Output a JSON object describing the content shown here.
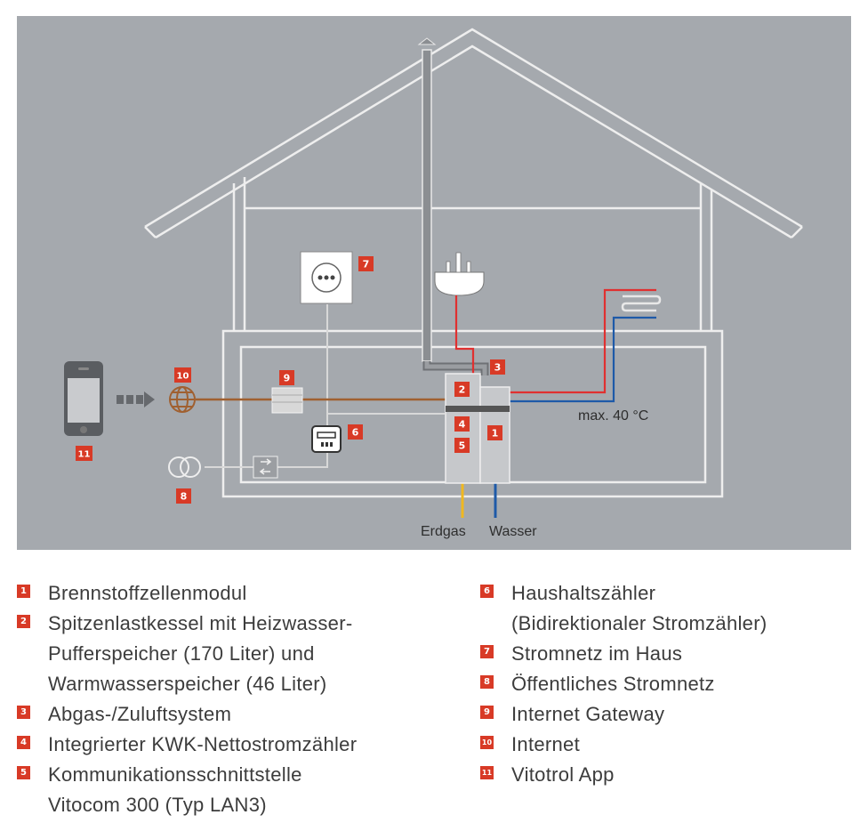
{
  "labels": {
    "erdgas": "Erdgas",
    "wasser": "Wasser",
    "temperature": "max. 40 °C"
  },
  "markers": [
    "1",
    "2",
    "3",
    "4",
    "5",
    "6",
    "7",
    "8",
    "9",
    "10",
    "11"
  ],
  "legend_left": [
    {
      "num": "1",
      "lines": [
        "Brennstoffzellenmodul"
      ]
    },
    {
      "num": "2",
      "lines": [
        "Spitzenlastkessel mit Heizwasser-",
        "Pufferspeicher (170 Liter) und",
        "Warmwasserspeicher (46 Liter)"
      ]
    },
    {
      "num": "3",
      "lines": [
        "Abgas-/Zuluftsystem"
      ]
    },
    {
      "num": "4",
      "lines": [
        "Integrierter KWK-Nettostromzähler"
      ]
    },
    {
      "num": "5",
      "lines": [
        "Kommunikationsschnittstelle",
        "Vitocom 300 (Typ LAN3)"
      ]
    }
  ],
  "legend_right": [
    {
      "num": "6",
      "lines": [
        "Haushaltszähler",
        "(Bidirektionaler Stromzähler)"
      ]
    },
    {
      "num": "7",
      "lines": [
        "Stromnetz im Haus"
      ]
    },
    {
      "num": "8",
      "lines": [
        "Öffentliches Stromnetz"
      ]
    },
    {
      "num": "9",
      "lines": [
        "Internet Gateway"
      ]
    },
    {
      "num": "10",
      "lines": [
        "Internet"
      ]
    },
    {
      "num": "11",
      "lines": [
        "Vitotrol App"
      ]
    }
  ],
  "colors": {
    "background": "#a5a9ae",
    "house_line": "#eeeeee",
    "marker": "#d83a26",
    "internet_line": "#a06030",
    "hot_water": "#e03030",
    "cold_water": "#1e5aa8",
    "gas": "#f0b820"
  }
}
